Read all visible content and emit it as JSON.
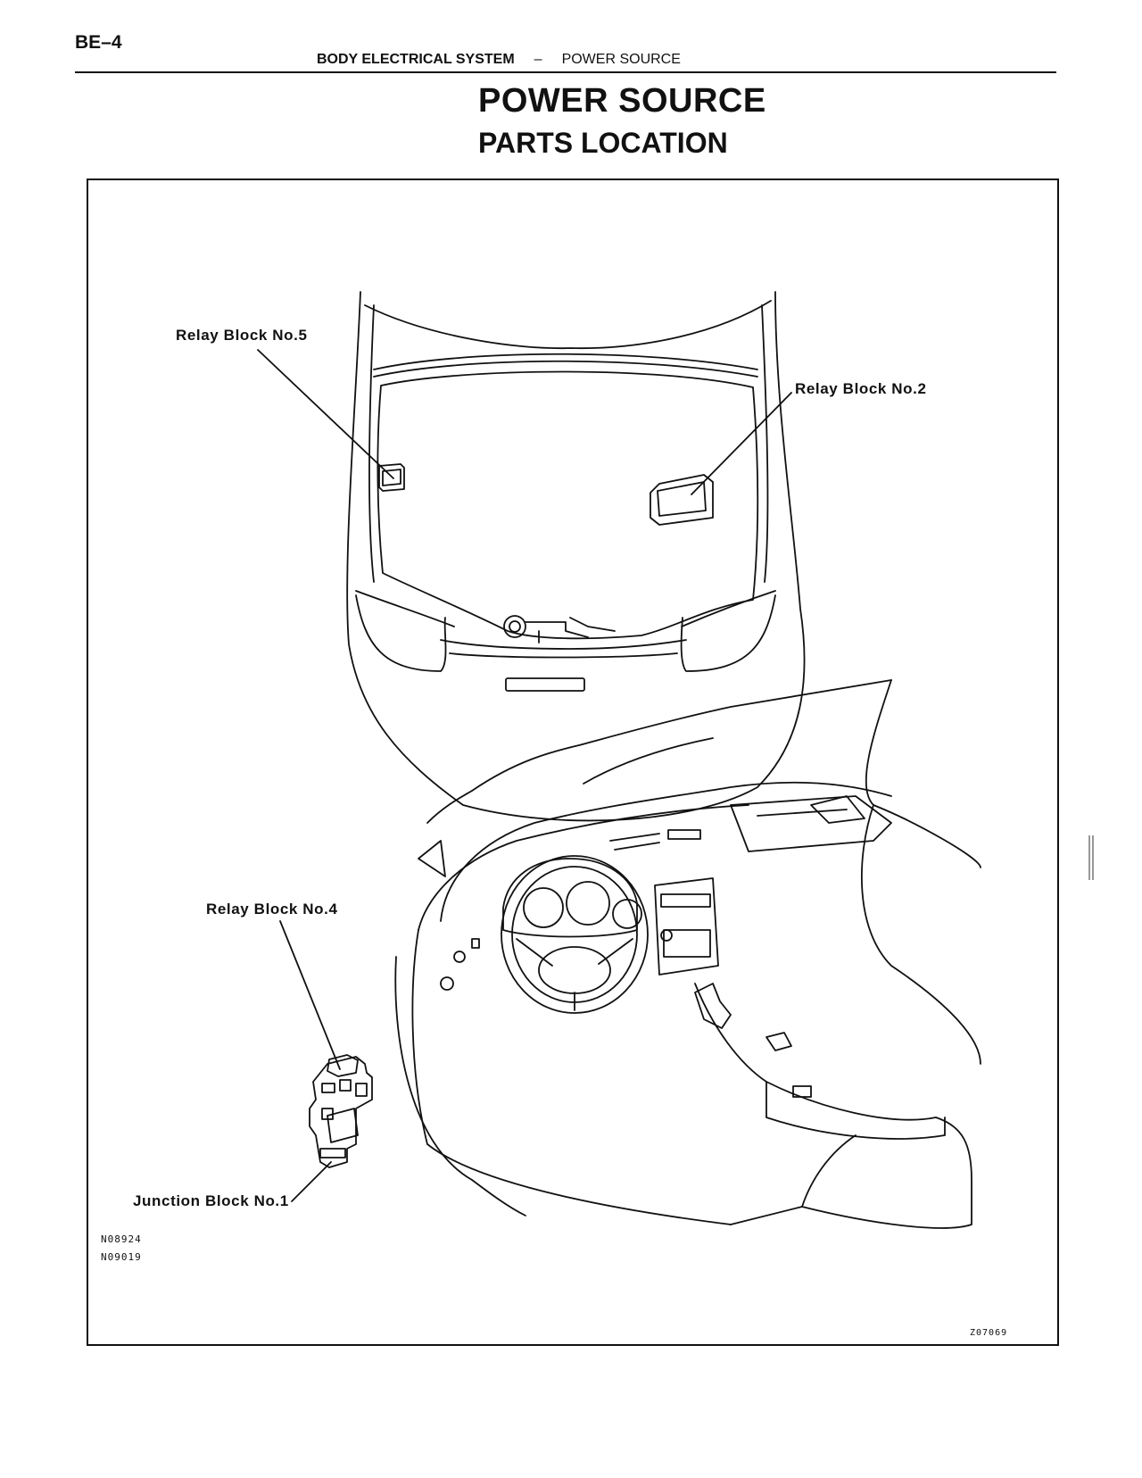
{
  "header": {
    "page_code": "BE–4",
    "section": "BODY ELECTRICAL SYSTEM",
    "separator": "–",
    "subsection": "POWER SOURCE"
  },
  "title": "POWER SOURCE",
  "subtitle": "PARTS LOCATION",
  "diagram": {
    "labels": {
      "relay_block_5": "Relay Block No.5",
      "relay_block_2": "Relay Block No.2",
      "relay_block_4": "Relay Block No.4",
      "junction_block_1": "Junction Block No.1"
    },
    "figure_codes": [
      "N08924",
      "N09019"
    ],
    "illustration_code": "Z07069"
  }
}
